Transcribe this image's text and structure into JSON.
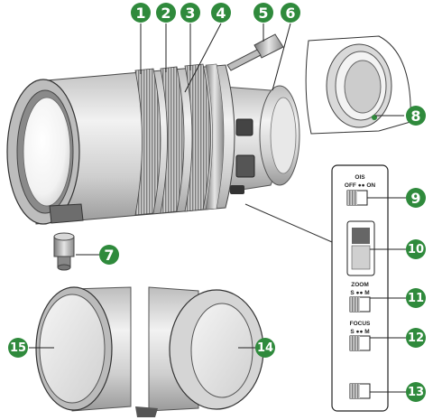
{
  "callout_color": "#2f8a3c",
  "callouts": [
    {
      "id": 1,
      "text": "1"
    },
    {
      "id": 2,
      "text": "2"
    },
    {
      "id": 3,
      "text": "3"
    },
    {
      "id": 4,
      "text": "4"
    },
    {
      "id": 5,
      "text": "5"
    },
    {
      "id": 6,
      "text": "6"
    },
    {
      "id": 7,
      "text": "7"
    },
    {
      "id": 8,
      "text": "8"
    },
    {
      "id": 9,
      "text": "9"
    },
    {
      "id": 10,
      "text": "10"
    },
    {
      "id": 11,
      "text": "11"
    },
    {
      "id": 12,
      "text": "12"
    },
    {
      "id": 13,
      "text": "13"
    },
    {
      "id": 14,
      "text": "14"
    },
    {
      "id": 15,
      "text": "15"
    }
  ],
  "switch_panel": {
    "ois_title": "OIS",
    "ois_options": "OFF ●● ON",
    "zoom_title": "ZOOM",
    "zoom_options": "S ●● M",
    "focus_title": "FOCUS",
    "focus_options": "S ●● M"
  }
}
